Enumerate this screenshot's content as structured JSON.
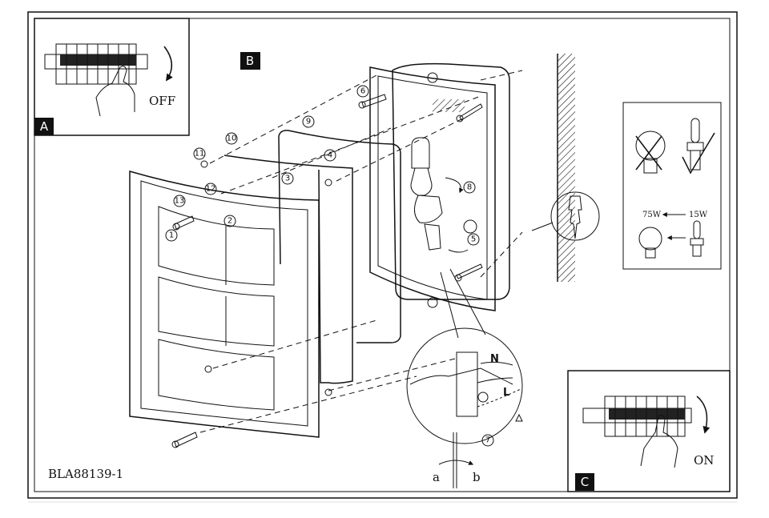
{
  "panels": {
    "a": {
      "tag": "A",
      "action": "OFF"
    },
    "b": {
      "tag": "B"
    },
    "c": {
      "tag": "C",
      "action": "ON"
    }
  },
  "bulbs": {
    "incandescent_wattage": "75W",
    "cfl_wattage": "15W"
  },
  "wiring": {
    "neutral": "N",
    "live": "L"
  },
  "screwdriver": {
    "left": "a",
    "right": "b"
  },
  "steps": [
    "1",
    "2",
    "3",
    "4",
    "5",
    "6",
    "7",
    "8",
    "9",
    "10",
    "11",
    "12",
    "13"
  ],
  "document_code": "BLA88139-1"
}
